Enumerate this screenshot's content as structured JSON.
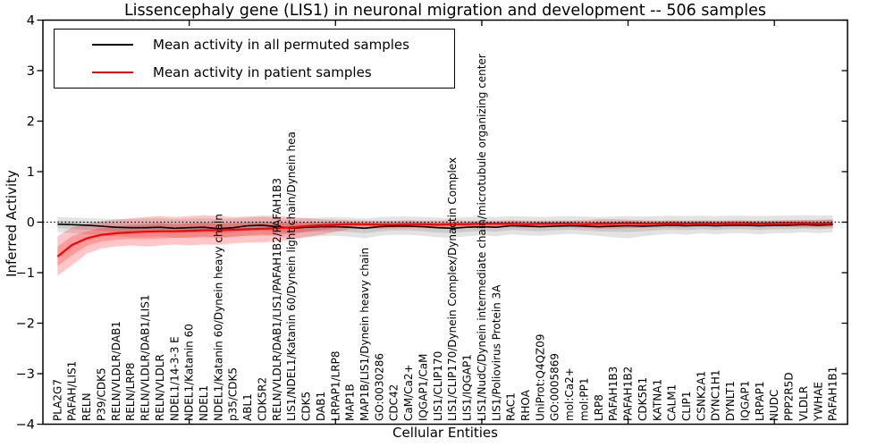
{
  "title": "Lissencephaly gene (LIS1) in neuronal migration and development -- 506 samples",
  "legend": {
    "items": [
      {
        "label": "Mean activity in all permuted samples",
        "color": "#000000"
      },
      {
        "label": "Mean activity in patient samples",
        "color": "#ff0000"
      }
    ],
    "position": "upper left"
  },
  "chart_data": {
    "type": "line",
    "title": "Lissencephaly gene (LIS1) in neuronal migration and development -- 506 samples",
    "xlabel": "Cellular Entities",
    "ylabel": "Inferred Activity",
    "ylim": [
      -4,
      4
    ],
    "xlim": [
      0,
      55
    ],
    "yticks": [
      4,
      3,
      2,
      1,
      0,
      -1,
      -2,
      -3,
      -4
    ],
    "xticks_major": [
      10,
      20,
      30,
      40,
      50
    ],
    "grid": false,
    "zero_line": {
      "value": 0,
      "style": "dotted",
      "color": "#000000"
    },
    "n_points": 54,
    "categories": [
      "PLA2G7",
      "PAFAH/LIS1",
      "RELN",
      "P39/CDK5",
      "RELN/VLDLR/DAB1",
      "RELN/LRP8",
      "RELN/VLDLR/DAB1/LIS1",
      "RELN/VLDLR",
      "NDEL1/14-3-3 E",
      "NDEL1/Katanin 60",
      "NDEL1",
      "NDEL1/Katanin 60/Dynein heavy chain",
      "p35/CDK5",
      "ABL1",
      "CDK5R2",
      "RELN/VLDLR/DAB1/LIS1/PAFAH1B2/PAFAH1B3",
      "LIS1/NDEL1/Katanin 60/Dynein light chain/Dynein hea",
      "CDK5",
      "DAB1",
      "LRPAP1/LRP8",
      "MAP1B",
      "MAP1B/LIS1/Dynein heavy chain",
      "GO:0030286",
      "CDC42",
      "CaM/Ca2+",
      "IQGAP1/CaM",
      "LIS1/CLIP170",
      "LIS1/CLIP170/Dynein Complex/Dynactin Complex",
      "LIS1/IQGAP1",
      "LIS1/NudC/Dynein intermediate chain/microtubule organizing center",
      "LIS1/Poliovirus Protein 3A",
      "RAC1",
      "RHOA",
      "UniProt:Q4QZ09",
      "GO:0005869",
      "mol:Ca2+",
      "mol:PP1",
      "LRP8",
      "PAFAH1B3",
      "PAFAH1B2",
      "CDK5R1",
      "KATNA1",
      "CALM1",
      "CLIP1",
      "CSNK2A1",
      "DYNC1H1",
      "DYNLT1",
      "IQGAP1",
      "LRPAP1",
      "NUDC",
      "PPP2R5D",
      "VLDLR",
      "YWHAE",
      "PAFAH1B1"
    ],
    "series": [
      {
        "name": "Mean activity in all permuted samples",
        "color": "#000000",
        "band_color": "rgba(0,0,0,0.11)",
        "values": [
          -0.04,
          -0.05,
          -0.06,
          -0.08,
          -0.1,
          -0.11,
          -0.11,
          -0.1,
          -0.12,
          -0.11,
          -0.1,
          -0.13,
          -0.11,
          -0.07,
          -0.06,
          -0.09,
          -0.12,
          -0.1,
          -0.09,
          -0.09,
          -0.1,
          -0.12,
          -0.09,
          -0.08,
          -0.08,
          -0.09,
          -0.11,
          -0.12,
          -0.1,
          -0.09,
          -0.1,
          -0.07,
          -0.08,
          -0.09,
          -0.08,
          -0.07,
          -0.08,
          -0.09,
          -0.08,
          -0.07,
          -0.08,
          -0.07,
          -0.06,
          -0.07,
          -0.06,
          -0.07,
          -0.06,
          -0.06,
          -0.07,
          -0.06,
          -0.06,
          -0.05,
          -0.06,
          -0.05
        ],
        "band_upper": [
          0.1,
          0.09,
          0.08,
          0.07,
          0.06,
          0.06,
          0.07,
          0.08,
          0.06,
          0.07,
          0.08,
          0.06,
          0.07,
          0.09,
          0.1,
          0.08,
          0.06,
          0.08,
          0.09,
          0.1,
          0.09,
          0.07,
          0.1,
          0.11,
          0.11,
          0.1,
          0.09,
          0.08,
          0.1,
          0.11,
          0.1,
          0.12,
          0.11,
          0.1,
          0.11,
          0.12,
          0.11,
          0.1,
          0.11,
          0.12,
          0.11,
          0.12,
          0.13,
          0.12,
          0.13,
          0.12,
          0.13,
          0.13,
          0.12,
          0.13,
          0.13,
          0.14,
          0.13,
          0.14
        ],
        "band_lower": [
          -0.2,
          -0.22,
          -0.24,
          -0.26,
          -0.28,
          -0.3,
          -0.29,
          -0.28,
          -0.31,
          -0.3,
          -0.28,
          -0.32,
          -0.3,
          -0.26,
          -0.24,
          -0.28,
          -0.32,
          -0.29,
          -0.28,
          -0.27,
          -0.29,
          -0.32,
          -0.27,
          -0.25,
          -0.25,
          -0.27,
          -0.3,
          -0.31,
          -0.28,
          -0.26,
          -0.28,
          -0.24,
          -0.26,
          -0.27,
          -0.25,
          -0.23,
          -0.25,
          -0.27,
          -0.3,
          -0.32,
          -0.28,
          -0.25,
          -0.23,
          -0.25,
          -0.22,
          -0.24,
          -0.22,
          -0.22,
          -0.24,
          -0.22,
          -0.22,
          -0.2,
          -0.22,
          -0.2
        ]
      },
      {
        "name": "Mean activity in patient samples",
        "color": "#ff0000",
        "band_color": "rgba(255,0,0,0.22)",
        "values": [
          -0.68,
          -0.45,
          -0.32,
          -0.25,
          -0.22,
          -0.2,
          -0.19,
          -0.18,
          -0.18,
          -0.17,
          -0.16,
          -0.16,
          -0.15,
          -0.14,
          -0.13,
          -0.12,
          -0.1,
          -0.08,
          -0.06,
          -0.05,
          -0.04,
          -0.04,
          -0.05,
          -0.05,
          -0.04,
          -0.04,
          -0.05,
          -0.04,
          -0.04,
          -0.03,
          -0.03,
          -0.03,
          -0.04,
          -0.03,
          -0.03,
          -0.03,
          -0.04,
          -0.03,
          -0.03,
          -0.02,
          -0.03,
          -0.03,
          -0.02,
          -0.03,
          -0.02,
          -0.03,
          -0.02,
          -0.02,
          -0.03,
          -0.02,
          -0.02,
          -0.02,
          -0.03,
          -0.02
        ],
        "band_upper": [
          -0.28,
          -0.1,
          -0.04,
          0.02,
          0.05,
          0.08,
          0.1,
          0.12,
          0.1,
          0.12,
          0.14,
          0.12,
          0.1,
          0.11,
          0.13,
          0.12,
          0.1,
          0.08,
          0.06,
          0.05,
          0.04,
          0.03,
          0.03,
          0.03,
          0.04,
          0.03,
          0.03,
          0.04,
          0.03,
          0.03,
          0.03,
          0.04,
          0.03,
          0.03,
          0.03,
          0.03,
          0.04,
          0.06,
          0.06,
          0.05,
          0.04,
          0.03,
          0.03,
          0.03,
          0.03,
          0.03,
          0.03,
          0.03,
          0.03,
          0.03,
          0.04,
          0.04,
          0.05,
          0.06
        ],
        "band_lower": [
          -1.06,
          -0.85,
          -0.62,
          -0.52,
          -0.48,
          -0.46,
          -0.48,
          -0.46,
          -0.44,
          -0.46,
          -0.44,
          -0.45,
          -0.42,
          -0.4,
          -0.4,
          -0.38,
          -0.35,
          -0.3,
          -0.25,
          -0.19,
          -0.14,
          -0.12,
          -0.13,
          -0.12,
          -0.12,
          -0.11,
          -0.13,
          -0.12,
          -0.11,
          -0.1,
          -0.1,
          -0.1,
          -0.11,
          -0.1,
          -0.1,
          -0.1,
          -0.11,
          -0.13,
          -0.13,
          -0.12,
          -0.11,
          -0.1,
          -0.1,
          -0.1,
          -0.09,
          -0.1,
          -0.09,
          -0.09,
          -0.1,
          -0.09,
          -0.09,
          -0.1,
          -0.1,
          -0.1
        ]
      }
    ]
  }
}
